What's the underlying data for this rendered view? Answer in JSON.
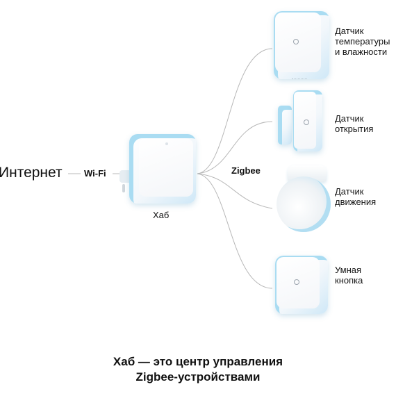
{
  "internet_label": "Интернет",
  "wifi_label": "Wi-Fi",
  "hub_label": "Хаб",
  "zigbee_label": "Zigbee",
  "devices": [
    {
      "lines": [
        "Датчик",
        "температуры",
        "и влажности"
      ]
    },
    {
      "lines": [
        "Датчик",
        "открытия"
      ]
    },
    {
      "lines": [
        "Датчик",
        "движения"
      ]
    },
    {
      "lines": [
        "Умная",
        "кнопка"
      ]
    }
  ],
  "caption_lines": [
    "Хаб — это центр управления",
    "Zigbee-устройствами"
  ],
  "colors": {
    "accent": "#a9dcf2",
    "line": "#b8b8b8"
  }
}
